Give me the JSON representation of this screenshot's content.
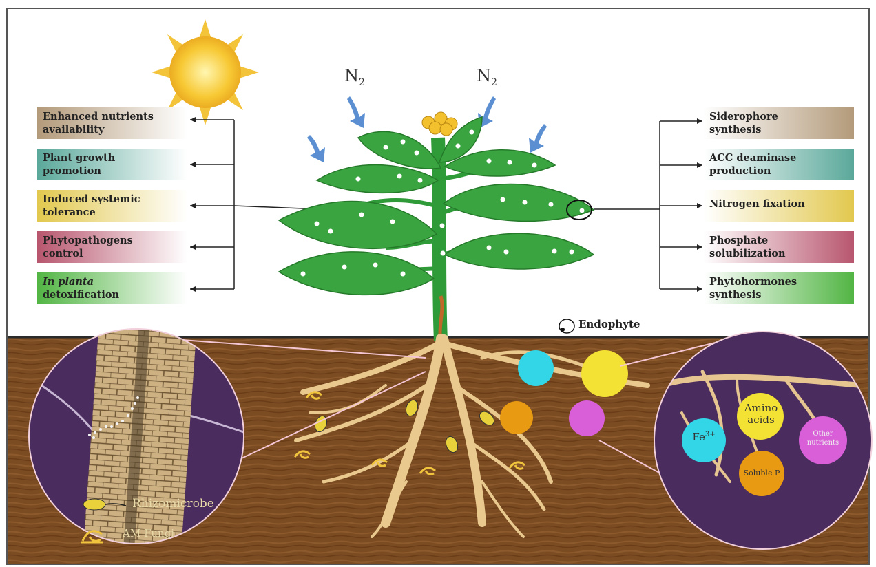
{
  "nitrogen": {
    "symbol": "N",
    "subscript": "2"
  },
  "left_boxes": [
    {
      "line1": "Enhanced nutrients",
      "line2": "availability",
      "italic_prefix": "",
      "color": "#b39a7a"
    },
    {
      "line1": "Plant growth",
      "line2": "promotion",
      "italic_prefix": "",
      "color": "#5aa89a"
    },
    {
      "line1": " systemic",
      "line2": " tolerance",
      "italic_prefix": "Induced",
      "color": "#e2c84e"
    },
    {
      "line1": "Phytopathogens",
      "line2": " control",
      "italic_prefix": "",
      "color": "#b8566e"
    },
    {
      "line1": "",
      "line2": "detoxification",
      "italic_prefix": "In planta",
      "color": "#52b544"
    }
  ],
  "right_boxes": [
    {
      "line1": "Siderophore",
      "line2": "synthesis",
      "color": "#b39a7a"
    },
    {
      "line1": "ACC deaminase",
      "line2": "production",
      "color": "#5aa89a"
    },
    {
      "line1": "Nitrogen fixation",
      "line2": "",
      "color": "#e2c84e"
    },
    {
      "line1": "Phosphate",
      "line2": "solubilization",
      "color": "#b8566e"
    },
    {
      "line1": "Phytohormones",
      "line2": " synthesis",
      "color": "#52b544"
    }
  ],
  "endophyte_label": "Endophyte",
  "legend": {
    "rhizomicrobe": "Rhizomicrobe",
    "am_fungi": "AM Fungi"
  },
  "nutrients": {
    "iron": "Fe",
    "iron_charge": "3+",
    "amino": "Amino acids",
    "other": "Other nutrients",
    "phosphorus": "Soluble P"
  },
  "colors": {
    "leaf": "#3aa540",
    "stem": "#2f9a38",
    "soil": "#7a4a22",
    "root": "#e9c98e",
    "iron": "#32d6e6",
    "amino": "#f3e233",
    "other": "#d95fd9",
    "phosphorus": "#e89a12",
    "circle_bg": "#4a2c5e"
  }
}
